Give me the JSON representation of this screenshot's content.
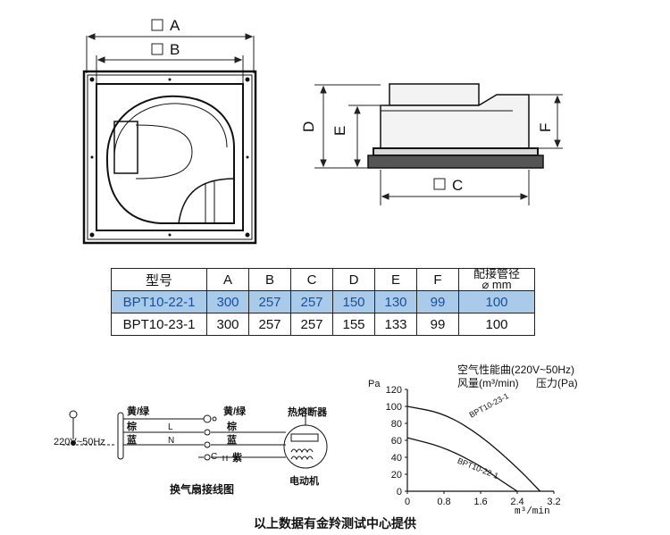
{
  "top_view": {
    "dim_a": "A",
    "dim_b": "B"
  },
  "side_view": {
    "dim_c": "C",
    "dim_d": "D",
    "dim_e": "E",
    "dim_f": "F"
  },
  "table": {
    "headers": [
      "型号",
      "A",
      "B",
      "C",
      "D",
      "E",
      "F"
    ],
    "pipe_header": [
      "配接管径",
      "⌀ mm"
    ],
    "rows": [
      [
        "BPT10-22-1",
        "300",
        "257",
        "257",
        "150",
        "130",
        "99",
        "100"
      ],
      [
        "BPT10-23-1",
        "300",
        "257",
        "257",
        "155",
        "133",
        "99",
        "100"
      ]
    ],
    "highlight_color": "#a9cbe9"
  },
  "wiring": {
    "title": "换气扇接线图",
    "supply": "220V~50Hz",
    "wire_labels_left": [
      "黄/绿",
      "棕",
      "蓝"
    ],
    "wire_labels_right": [
      "黄/绿",
      "棕",
      "蓝",
      "紫"
    ],
    "line_letters": [
      "L",
      "N",
      "C"
    ],
    "fuse_label": "热熔断器",
    "motor_label": "电动机"
  },
  "chart_data": {
    "type": "line",
    "title": "空气性能曲(220V~50Hz)",
    "subtitle_flow": "风量(m³/min)",
    "subtitle_pressure": "压力(Pa)",
    "ylabel": "Pa",
    "xlabel": "m³/min",
    "xlim": [
      0,
      3.2
    ],
    "ylim": [
      0,
      120
    ],
    "x_ticks": [
      "0",
      "0.8",
      "1.6",
      "2.4",
      "3.2"
    ],
    "y_ticks": [
      "0",
      "20",
      "40",
      "60",
      "80",
      "100",
      "120"
    ],
    "series": [
      {
        "name": "BPT10-23-1",
        "x": [
          0,
          0.8,
          1.6,
          2.4,
          2.9
        ],
        "y": [
          100,
          92,
          66,
          28,
          0
        ]
      },
      {
        "name": "BPT10-22-1",
        "x": [
          0,
          0.8,
          1.6,
          2.0,
          2.4
        ],
        "y": [
          63,
          52,
          30,
          14,
          0
        ]
      }
    ]
  },
  "footer": "以上数据有金羚测试中心提供"
}
